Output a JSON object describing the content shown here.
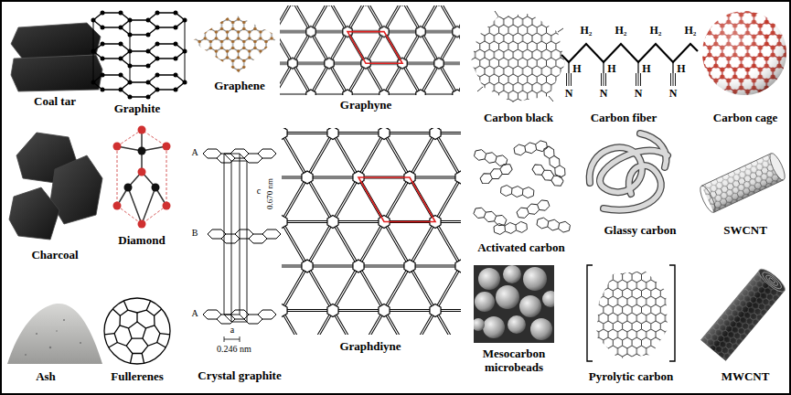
{
  "diagram": {
    "labels": [
      "Coal tar",
      "Graphite",
      "Graphene",
      "Graphyne",
      "Carbon black",
      "H₂",
      "H₂",
      "H₂",
      "H₂",
      "H",
      "H",
      "H",
      "H",
      "N",
      "N",
      "N",
      "N",
      "Carbon fiber",
      "Carbon cage",
      "Charcoal",
      "Diamond",
      "A",
      "B",
      "A",
      "c",
      "0.670 nm",
      "a",
      "0.246 nm",
      "Glassy carbon",
      "SWCNT",
      "Activated carbon",
      "Graphdiyne",
      "Ash",
      "Fullerenes",
      "Crystal graphite",
      "Mesocarbon microbeads",
      "Pyrolytic carbon",
      "MWCNT"
    ]
  }
}
